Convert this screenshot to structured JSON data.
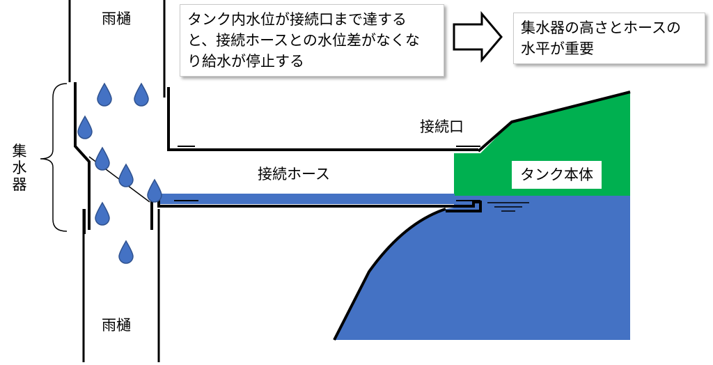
{
  "labels": {
    "downspout_top": "雨樋",
    "downspout_bottom": "雨樋",
    "collector": [
      "集",
      "水",
      "器"
    ],
    "connection_port": "接続口",
    "connection_hose": "接続ホース",
    "tank_body": "タンク本体"
  },
  "callouts": {
    "left_line1": "タンク内水位が接続口まで達する",
    "left_line2": "と、接続ホースとの水位差がなくな",
    "left_line3": "り給水が停止する",
    "right_line1": "集水器の高さとホースの",
    "right_line2": "水平が重要"
  },
  "colors": {
    "water": "#4472c4",
    "tank": "#00b050",
    "outline": "#000000"
  }
}
